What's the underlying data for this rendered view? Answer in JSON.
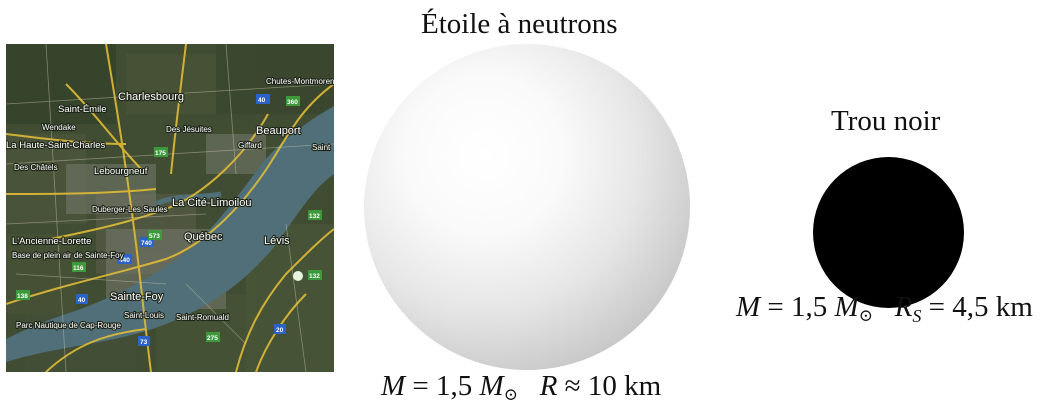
{
  "map": {
    "labels": [
      "Saint-Émile",
      "Charlesbourg",
      "Chutes-Montmorency",
      "Beauport",
      "Wendake",
      "Des Jésuites",
      "Giffard",
      "La Haute-Saint-Charles",
      "Des Châtels",
      "Lebourgneuf",
      "Duberger-Les Saules",
      "La Cité-Limoilou",
      "L'Ancienne-Lorette",
      "Base de plein air de Sainte-Foy",
      "Québec",
      "Lévis",
      "Sainte-Foy",
      "Saint-Louis",
      "Parc Nautique de Cap-Rouge",
      "Saint-Romuald",
      "Saint"
    ],
    "highways": [
      "40",
      "360",
      "175",
      "740",
      "440",
      "573",
      "73",
      "138",
      "132",
      "20",
      "116",
      "275",
      "40",
      "132"
    ]
  },
  "neutron_star": {
    "title": "Étoile à neutrons",
    "mass_symbol": "M",
    "mass_value": " = 1,5 ",
    "mass_unit": "M",
    "sun_symbol": "⊙",
    "radius_symbol": "R",
    "radius_value": " ≈ 10 km"
  },
  "black_hole": {
    "title": "Trou noir",
    "mass_symbol": "M",
    "mass_value": " = 1,5 ",
    "mass_unit": "M",
    "sun_symbol": "⊙",
    "radius_symbol": "R",
    "radius_sub": "S",
    "radius_value": " = 4,5 km"
  },
  "colors": {
    "map_land": "#3d4a31",
    "map_river": "#4f6f7a",
    "map_road": "#e8c23a",
    "black_hole": "#000000"
  }
}
